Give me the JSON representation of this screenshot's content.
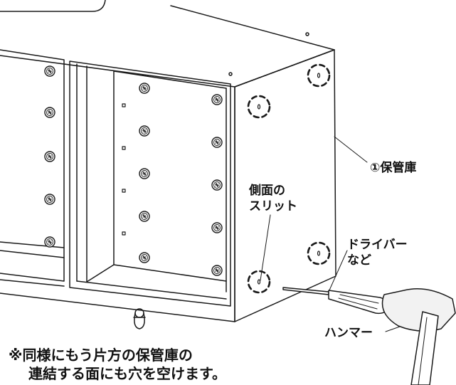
{
  "labels": {
    "storage": "①保管庫",
    "side_slit": [
      "側面の",
      "スリット"
    ],
    "screwdriver": [
      "ドライバー",
      "など"
    ],
    "hammer": "ハンマー"
  },
  "note": {
    "line1": "※同様にもう片方の保管庫の",
    "line2": "連結する面にも穴を空けます。"
  },
  "colors": {
    "line": "#1a1a1a",
    "screw_fill": "#ffffff",
    "handle": "#444444",
    "hammer_head": "#f2f2f2"
  }
}
